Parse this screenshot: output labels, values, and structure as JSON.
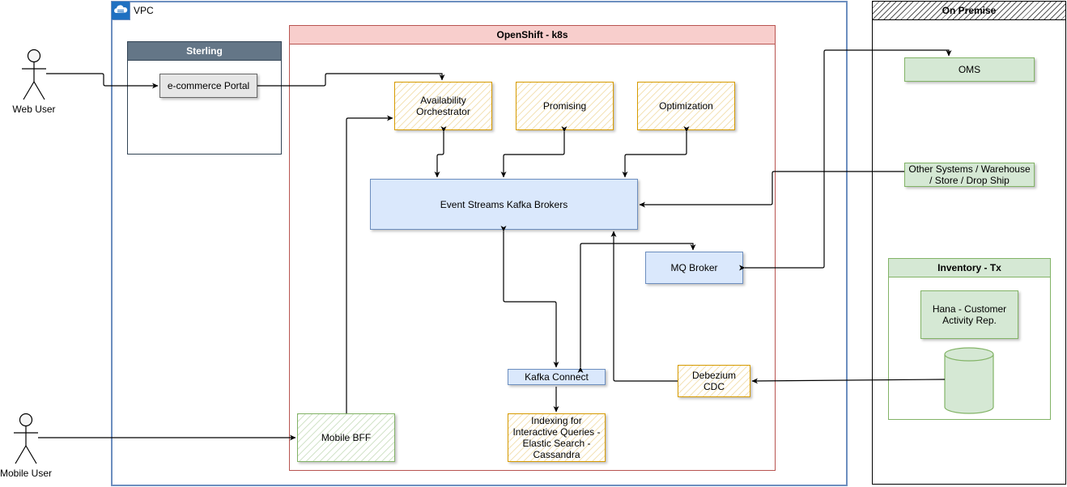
{
  "actors": {
    "web_user": "Web User",
    "mobile_user": "Mobile User"
  },
  "vpc": {
    "label": "VPC"
  },
  "sterling": {
    "title": "Sterling",
    "portal": "e-commerce Portal"
  },
  "openshift": {
    "title": "OpenShift - k8s",
    "availability_orchestrator": "Availability Orchestrator",
    "promising": "Promising",
    "optimization": "Optimization",
    "kafka_brokers": "Event Streams Kafka Brokers",
    "mq_broker": "MQ Broker",
    "kafka_connect": "Kafka Connect",
    "debezium": "Debezium CDC",
    "indexing": "Indexing for Interactive Queries - Elastic Search - Cassandra",
    "mobile_bff": "Mobile BFF"
  },
  "on_premise": {
    "title": "On Premise",
    "oms": "OMS",
    "other_systems": "Other Systems / Warehouse / Store / Drop Ship",
    "inventory": {
      "title": "Inventory - Tx",
      "hana": "Hana - Customer Activity Rep."
    }
  },
  "colors": {
    "vpc_border": "#6c8ebf",
    "openshift_header": "#f8cecc",
    "openshift_border": "#b85450",
    "sterling_header": "#647687",
    "orange": "#d79b00",
    "green_fill": "#d5e8d4",
    "green_border": "#82b366",
    "blue_fill": "#dae8fc",
    "blue_border": "#6c8ebf"
  }
}
